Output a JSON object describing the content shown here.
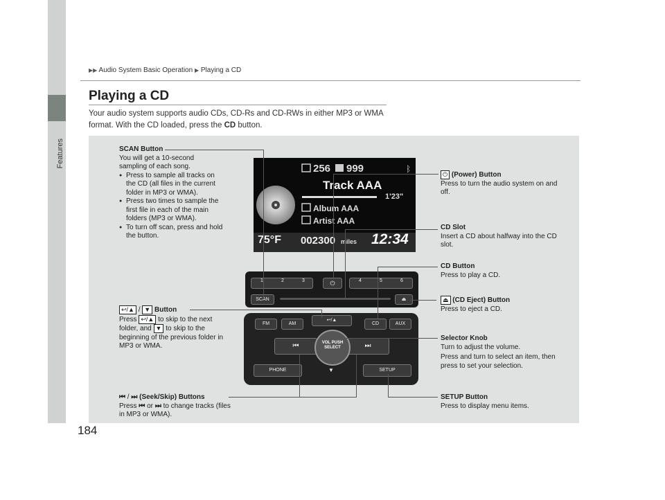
{
  "page": {
    "number": "184",
    "section": "Features",
    "breadcrumb": [
      "Audio System Basic Operation",
      "Playing a CD"
    ],
    "title": "Playing a CD",
    "intro_pre": "Your audio system supports audio CDs, CD-Rs and CD-RWs in either MP3 or WMA format. With the CD loaded, press the ",
    "intro_bold": "CD",
    "intro_post": " button."
  },
  "display": {
    "disc_count": "256",
    "track_count": "999",
    "track": "Track AAA",
    "time": "1'23\"",
    "album": "Album AAA",
    "artist": "Artist AAA",
    "temp": "75°F",
    "odometer": "002300",
    "odo_unit": "miles",
    "clock": "12:34"
  },
  "panel_keys": {
    "presets": [
      "1",
      "2",
      "3",
      "4",
      "5",
      "6"
    ],
    "scan": "SCAN",
    "fm": "FM",
    "am": "AM",
    "cd": "CD",
    "aux": "AUX",
    "knob": "VOL PUSH SELECT",
    "phone": "PHONE",
    "setup": "SETUP"
  },
  "callouts": {
    "scan": {
      "title": "SCAN Button",
      "text": "You will get a 10-second sampling of each song.",
      "bullets": [
        "Press to sample all tracks on the CD (all files in the current folder in MP3 or WMA).",
        "Press two times to sample the first file in each of the main folders (MP3 or WMA).",
        "To turn off scan, press and hold the button."
      ]
    },
    "power": {
      "title": "(Power) Button",
      "text": "Press to turn the audio system on and off."
    },
    "cd_slot": {
      "title": "CD Slot",
      "text": "Insert a CD about halfway into the CD slot."
    },
    "cd_button": {
      "title": "CD Button",
      "text": "Press to play a CD."
    },
    "eject": {
      "title": "(CD Eject) Button",
      "text": "Press to eject a CD."
    },
    "folder": {
      "sep": "/",
      "title": "Button",
      "t1": "Press",
      "t2": "to skip to the next folder, and",
      "t3": "to skip to the beginning of the previous folder in MP3 or WMA."
    },
    "knob": {
      "title": "Selector Knob",
      "text1": "Turn to adjust the volume.",
      "text2": "Press and turn to select an item, then press to set your selection."
    },
    "seek": {
      "sep": "/",
      "title": "(Seek/Skip) Buttons",
      "t1": "Press",
      "t2": "or",
      "t3": "to change tracks (files in MP3 or WMA)."
    },
    "setup": {
      "title": "SETUP Button",
      "text": "Press to display menu items."
    }
  }
}
